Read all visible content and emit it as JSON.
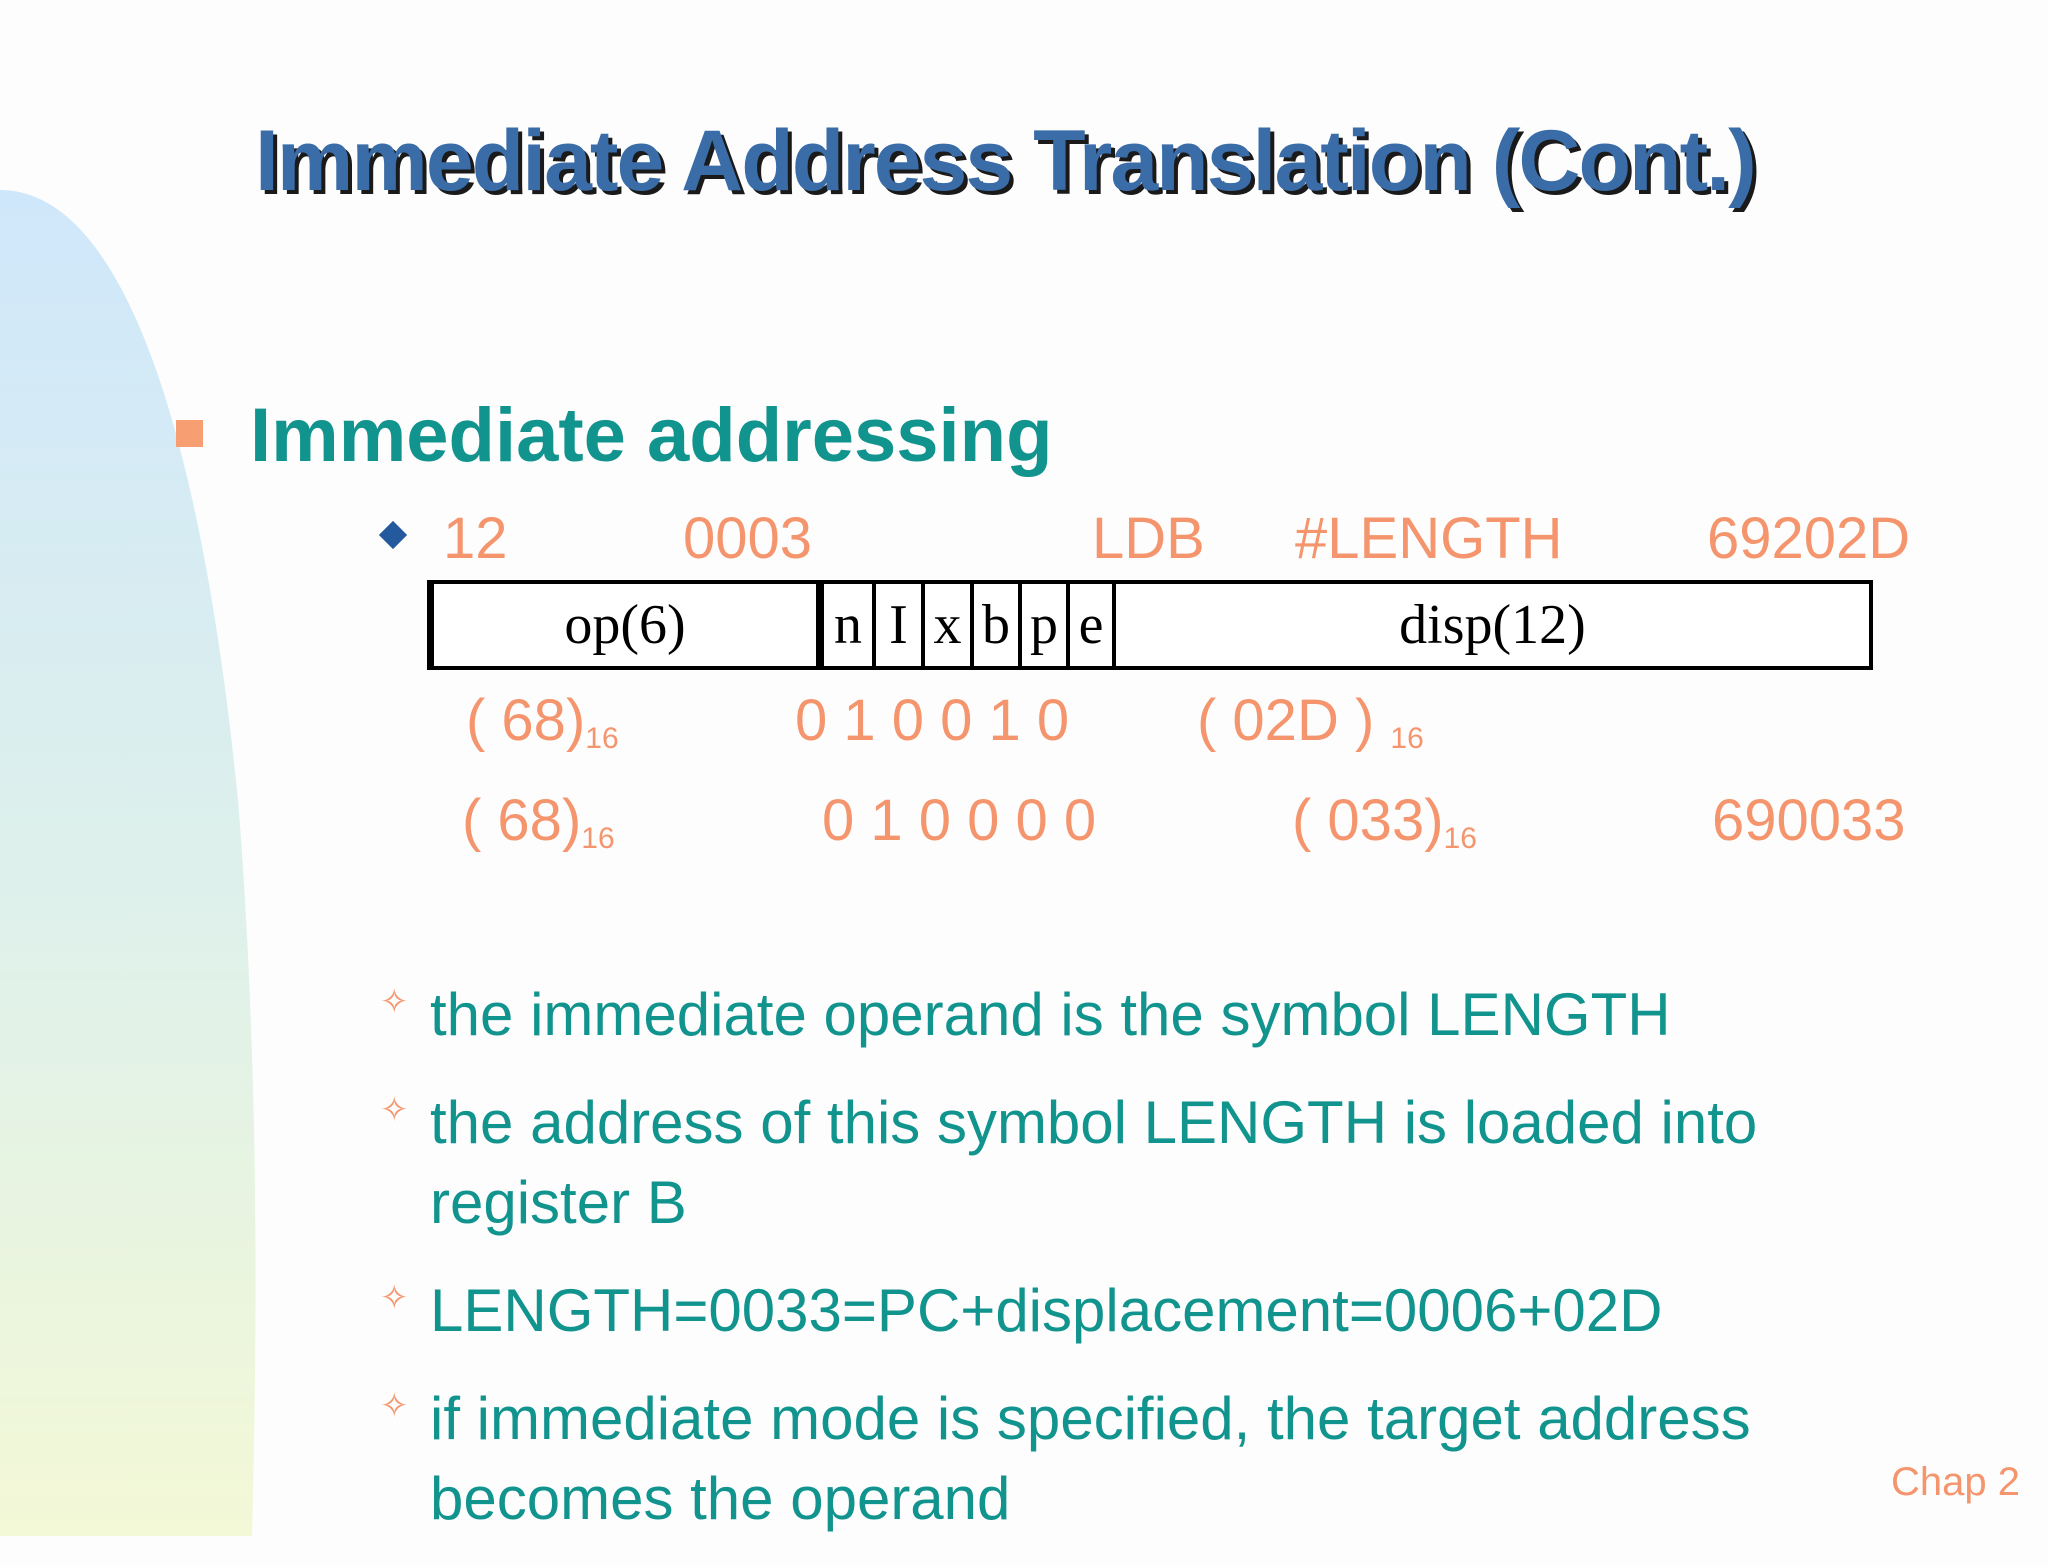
{
  "colors": {
    "title": "#3a6ca8",
    "heading": "#11938e",
    "accent": "#f4956d",
    "body_text": "#11938e"
  },
  "slide": {
    "title": "Immediate Address Translation (Cont.)",
    "bullet": "Immediate addressing",
    "bullet_marker_icon": "square-bullet-icon",
    "sub_bullet_marker_icon": "diamond-bullet-icon",
    "source_line": {
      "loc": "12",
      "address": "0003",
      "opcode": "LDB",
      "operand": "#LENGTH",
      "object_code": "69202D"
    },
    "instruction_format": {
      "fields": [
        "op(6)",
        "n",
        "I",
        "x",
        "b",
        "p",
        "e",
        "disp(12)"
      ]
    },
    "encoding_row1": {
      "op": "( 68)",
      "op_base": "16",
      "flags": "0 1 0 0 1 0",
      "disp": "( 02D )",
      "disp_base": "16"
    },
    "encoding_row2": {
      "op": "( 68)",
      "op_base": "16",
      "flags": "0 1 0 0 0 0",
      "disp": "( 033)",
      "disp_base": "16",
      "object_code": "690033"
    },
    "notes": [
      "the immediate operand is the symbol LENGTH",
      "the address of this symbol LENGTH is loaded into register B",
      "LENGTH=0033=PC+displacement=0006+02D",
      "if immediate mode is specified, the target address becomes the operand"
    ],
    "note_marker_icon": "star-bullet-icon",
    "footer": "Chap 2"
  }
}
